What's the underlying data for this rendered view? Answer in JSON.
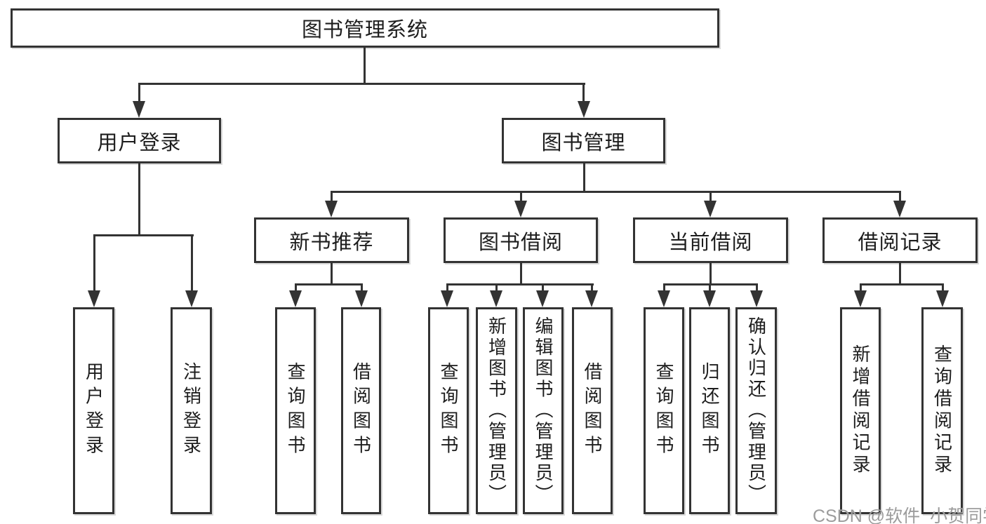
{
  "diagram_type": "hierarchy-tree",
  "nodes": {
    "root": {
      "label": "图书管理系统"
    },
    "user_login": {
      "label": "用户登录"
    },
    "book_management": {
      "label": "图书管理"
    },
    "new_book_recommend": {
      "label": "新书推荐"
    },
    "book_borrow": {
      "label": "图书借阅"
    },
    "current_borrow": {
      "label": "当前借阅"
    },
    "borrow_records": {
      "label": "借阅记录"
    },
    "user_login_leaf": {
      "label": "用户登录"
    },
    "logout_leaf": {
      "label": "注销登录"
    },
    "nbr_query_books": {
      "label": "查询图书"
    },
    "nbr_borrow_books": {
      "label": "借阅图书"
    },
    "bb_query_books": {
      "label": "查询图书"
    },
    "bb_add_books": {
      "label": "新增图书（管理员）"
    },
    "bb_edit_books": {
      "label": "编辑图书（管理员）"
    },
    "bb_borrow_books": {
      "label": "借阅图书"
    },
    "cb_query_books": {
      "label": "查询图书"
    },
    "cb_return_books": {
      "label": "归还图书"
    },
    "cb_confirm_return": {
      "label": "确认归还（管理员）"
    },
    "br_add_record": {
      "label": "新增借阅记录"
    },
    "br_query_record": {
      "label": "查询借阅记录"
    }
  },
  "edges": [
    [
      "root",
      "user_login"
    ],
    [
      "root",
      "book_management"
    ],
    [
      "user_login",
      "user_login_leaf"
    ],
    [
      "user_login",
      "logout_leaf"
    ],
    [
      "book_management",
      "new_book_recommend"
    ],
    [
      "book_management",
      "book_borrow"
    ],
    [
      "book_management",
      "current_borrow"
    ],
    [
      "book_management",
      "borrow_records"
    ],
    [
      "new_book_recommend",
      "nbr_query_books"
    ],
    [
      "new_book_recommend",
      "nbr_borrow_books"
    ],
    [
      "book_borrow",
      "bb_query_books"
    ],
    [
      "book_borrow",
      "bb_add_books"
    ],
    [
      "book_borrow",
      "bb_edit_books"
    ],
    [
      "book_borrow",
      "bb_borrow_books"
    ],
    [
      "current_borrow",
      "cb_query_books"
    ],
    [
      "current_borrow",
      "cb_return_books"
    ],
    [
      "current_borrow",
      "cb_confirm_return"
    ],
    [
      "borrow_records",
      "br_add_record"
    ],
    [
      "borrow_records",
      "br_query_record"
    ]
  ],
  "watermark": {
    "text": "CSDN @软件_小贺同学"
  },
  "colors": {
    "background": "#ffffff",
    "line": "#333333",
    "text": "#1d1d1d",
    "watermark": "#9c9c9c"
  }
}
